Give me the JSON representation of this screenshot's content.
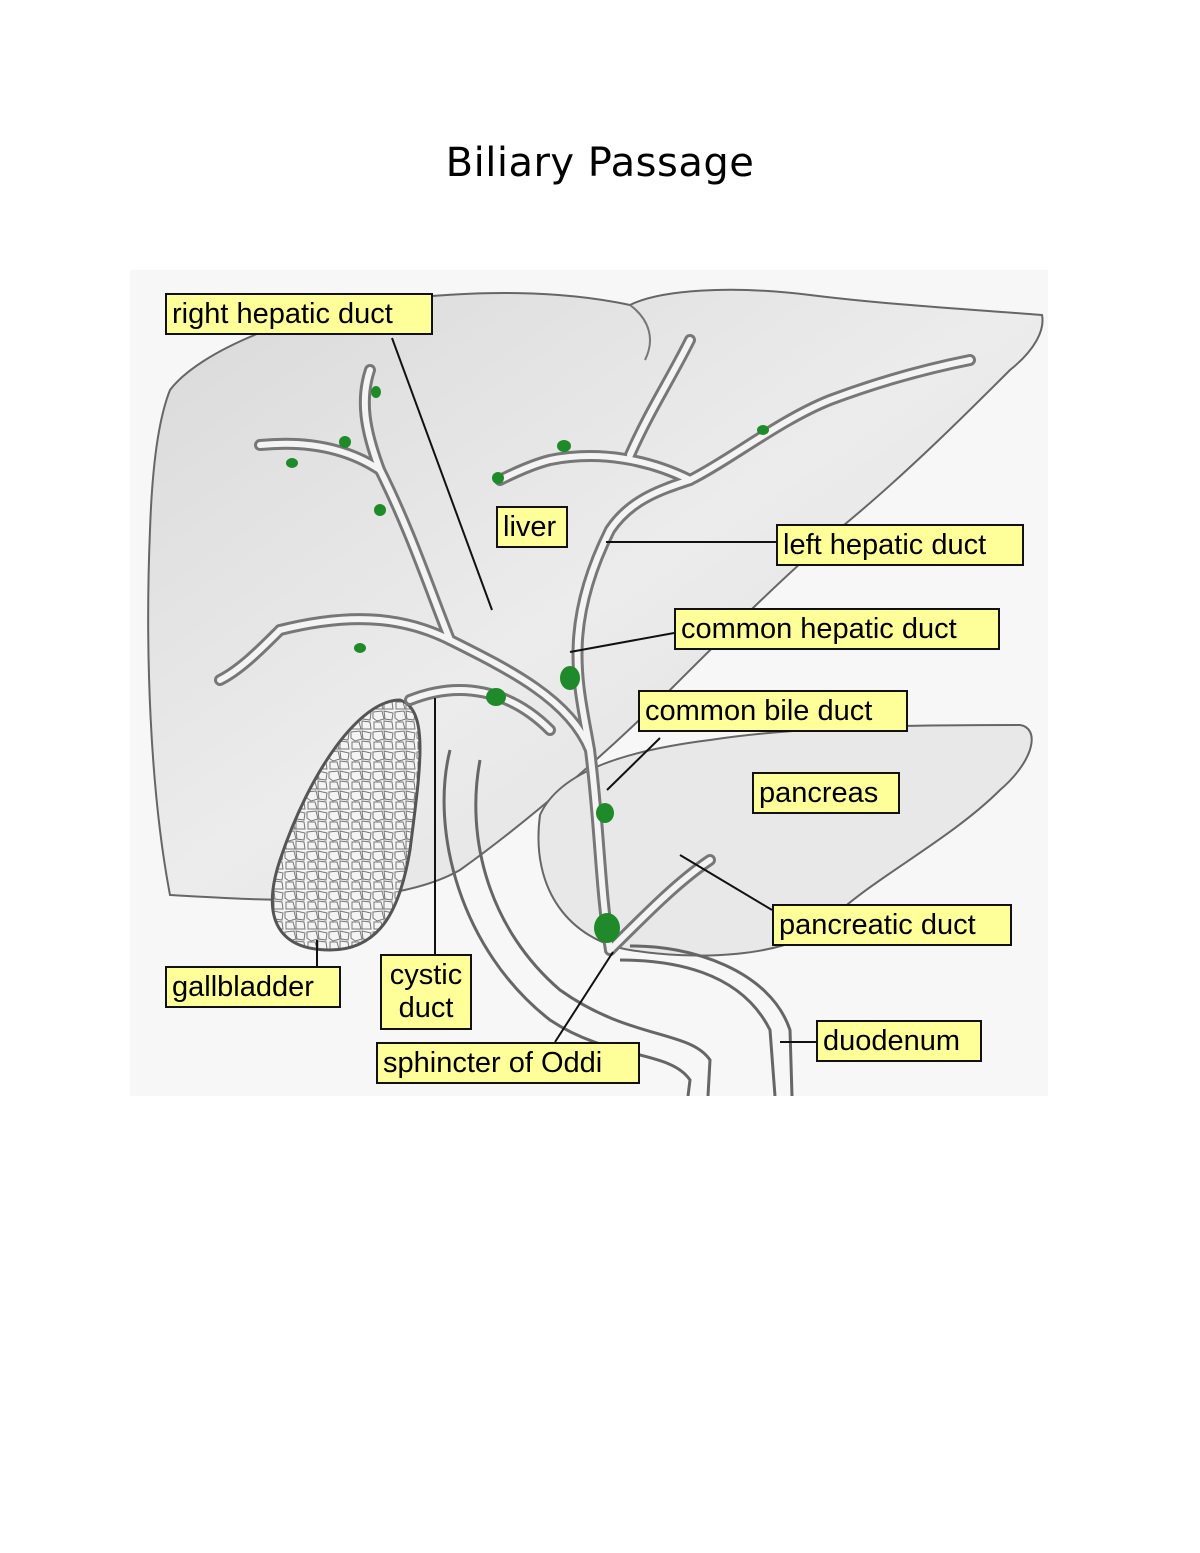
{
  "title": "Biliary Passage",
  "colors": {
    "label_fill": "#ffff99",
    "organ_fill": "#e9e9e9",
    "outline": "#555555",
    "node": "#1f8a2a"
  },
  "labels": {
    "right_hepatic_duct": "right hepatic duct",
    "liver": "liver",
    "left_hepatic_duct": "left hepatic duct",
    "common_hepatic_duct": "common hepatic duct",
    "common_bile_duct": "common bile duct",
    "pancreas": "pancreas",
    "pancreatic_duct": "pancreatic duct",
    "gallbladder": "gallbladder",
    "cystic_duct_line1": "cystic",
    "cystic_duct_line2": "duct",
    "sphincter_of_oddi": "sphincter of Oddi",
    "duodenum": "duodenum"
  }
}
